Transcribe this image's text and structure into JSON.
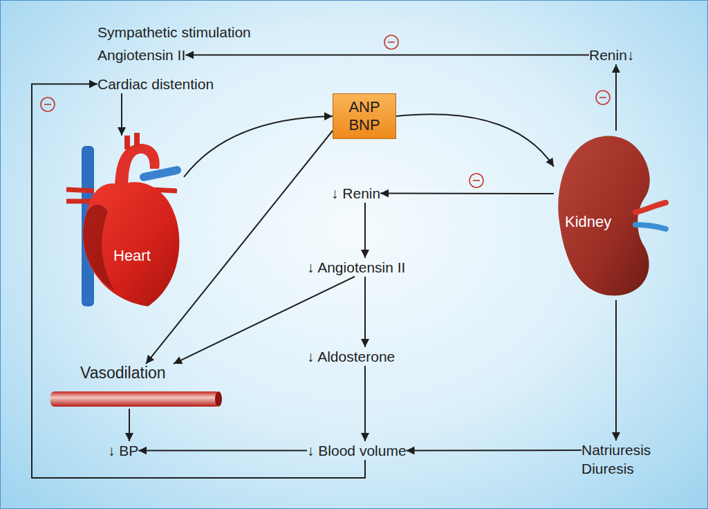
{
  "diagram": {
    "nodes": [
      {
        "text": [
          "Sympathetic stimulation"
        ]
      },
      {
        "text": [
          "Angiotensin II"
        ]
      },
      {
        "text": [
          "Cardiac distention"
        ]
      },
      {
        "text": [
          "Renin↓"
        ]
      },
      {
        "text": [
          "ANP BNP"
        ]
      },
      {
        "text": [
          "Heart"
        ]
      },
      {
        "text": [
          "Kidney"
        ]
      },
      {
        "text": [
          "↓ Renin"
        ]
      },
      {
        "text": [
          "↓ Angiotensin II"
        ]
      },
      {
        "text": [
          "↓ Aldosterone"
        ]
      },
      {
        "text": [
          "Vasodilation"
        ]
      },
      {
        "text": [
          "↓ BP"
        ]
      },
      {
        "text": [
          "↓ Blood volume"
        ]
      },
      {
        "text": [
          "Natriuresis Diuresis"
        ]
      }
    ],
    "edges": [
      {
        "from": 2,
        "to": 5,
        "arrow": "to"
      },
      {
        "from": 5,
        "to": 4,
        "arrow": "to"
      },
      {
        "from": 4,
        "to": 6,
        "arrow": "to"
      },
      {
        "from": 4,
        "to": 10,
        "arrow": "to"
      },
      {
        "from": 6,
        "to": 3,
        "arrow": "to"
      },
      {
        "from": 3,
        "to": 1,
        "arrow": "to"
      },
      {
        "from": 6,
        "to": 7,
        "arrow": "to"
      },
      {
        "from": 7,
        "to": 8,
        "arrow": "to"
      },
      {
        "from": 8,
        "to": 10,
        "arrow": "to"
      },
      {
        "from": 8,
        "to": 9,
        "arrow": "to"
      },
      {
        "from": 9,
        "to": 12,
        "arrow": "to"
      },
      {
        "from": 10,
        "to": 11,
        "arrow": "to"
      },
      {
        "from": 12,
        "to": 11,
        "arrow": "to"
      },
      {
        "from": 6,
        "to": 13,
        "arrow": "to"
      },
      {
        "from": 13,
        "to": 12,
        "arrow": "to"
      },
      {
        "from": 12,
        "to": 2,
        "arrow": "to"
      }
    ]
  }
}
